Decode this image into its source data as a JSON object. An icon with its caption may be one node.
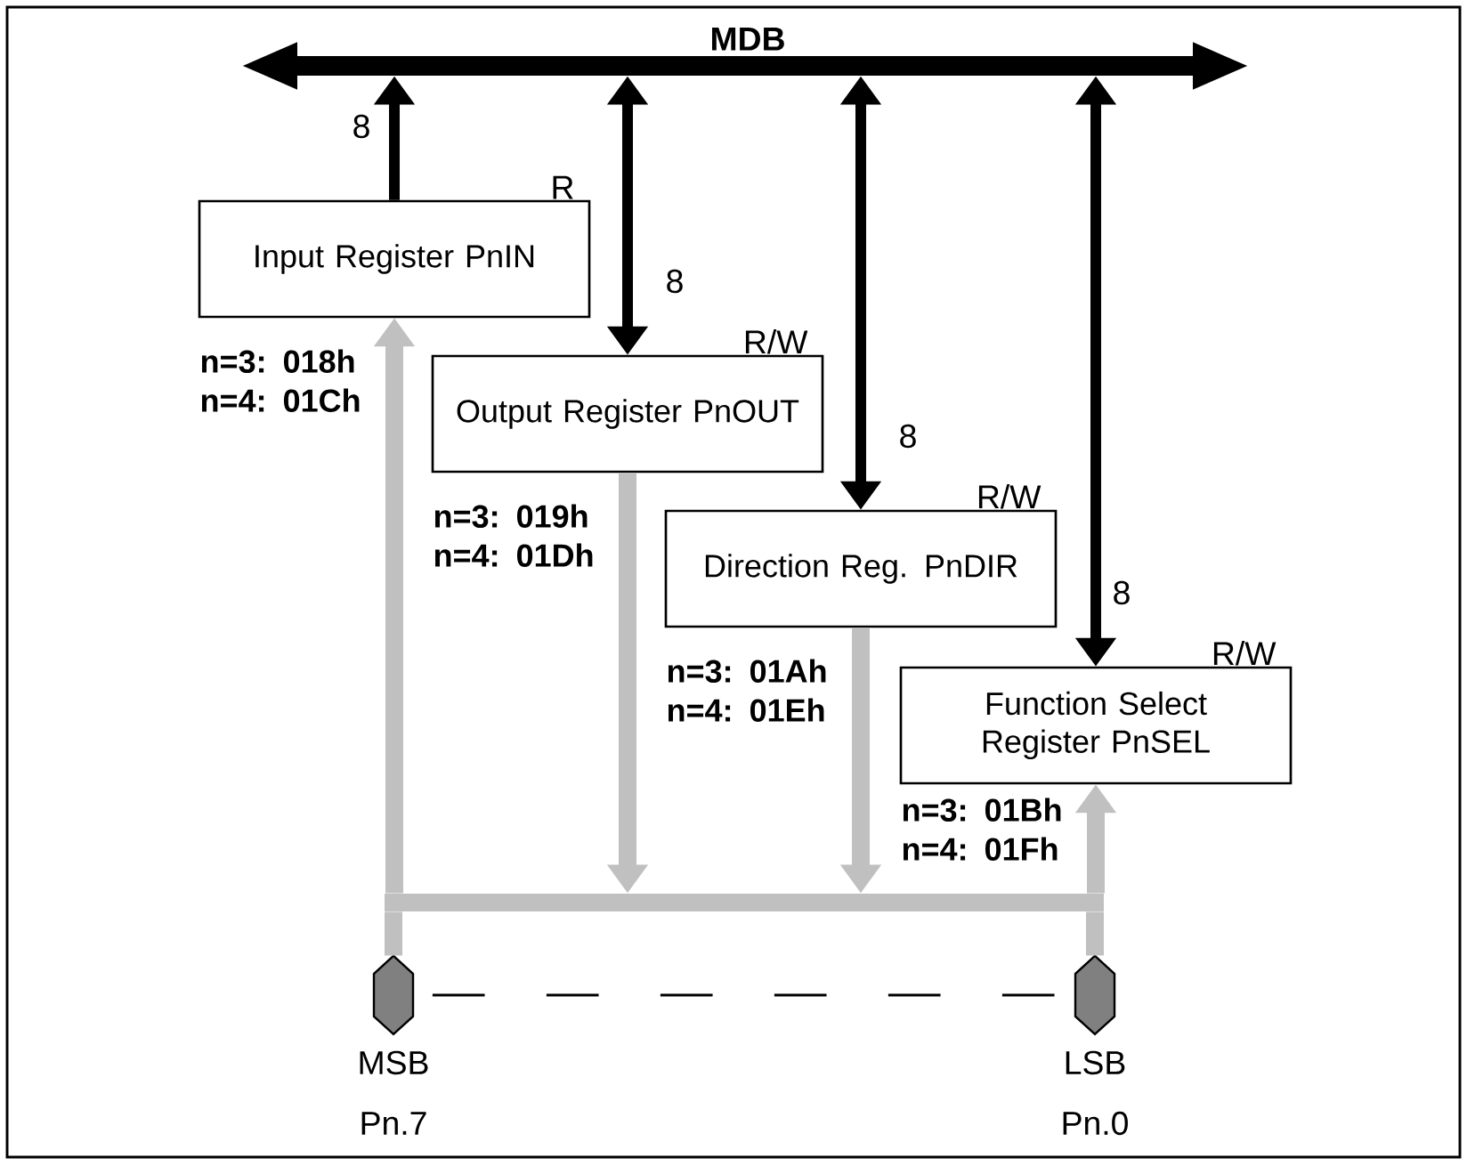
{
  "diagram": {
    "nodes": [
      {
        "text": [
          "MDB"
        ]
      },
      {
        "text": [
          "Input Register PnIN"
        ],
        "beside": [
          "R",
          "n=3: 018h n=4: 01Ch"
        ]
      },
      {
        "text": [
          "Output Register PnOUT"
        ],
        "beside": [
          "R/W",
          "n=3: 019h n=4: 01Dh"
        ]
      },
      {
        "text": [
          "Direction Reg. PnDIR"
        ],
        "beside": [
          "R/W",
          "n=3: 01Ah n=4: 01Eh"
        ]
      },
      {
        "text": [
          "Function Select Register PnSEL"
        ],
        "beside": [
          "R/W",
          "n=3: 01Bh n=4: 01Fh"
        ]
      },
      {
        "text": [],
        "shape": "bar"
      },
      {
        "text": [],
        "shape": "hexagon",
        "beside": [
          "MSB",
          "Pn.7"
        ]
      },
      {
        "text": [],
        "shape": "hexagon",
        "beside": [
          "LSB",
          "Pn.0"
        ]
      }
    ],
    "edges": [
      {
        "from": 1,
        "to": 0,
        "arrow": "to",
        "label": "8",
        "color": "#000000"
      },
      {
        "from": 0,
        "to": 2,
        "arrow": "both",
        "label": "8",
        "color": "#000000"
      },
      {
        "from": 0,
        "to": 3,
        "arrow": "both",
        "label": "8",
        "color": "#000000"
      },
      {
        "from": 0,
        "to": 4,
        "arrow": "both",
        "label": "8",
        "color": "#000000"
      },
      {
        "from": 2,
        "to": 5,
        "arrow": "to",
        "color": "#c0c0c0"
      },
      {
        "from": 3,
        "to": 5,
        "arrow": "to",
        "color": "#c0c0c0"
      },
      {
        "from": 5,
        "to": 1,
        "arrow": "to",
        "color": "#c0c0c0"
      },
      {
        "from": 5,
        "to": 4,
        "arrow": "to",
        "color": "#c0c0c0"
      },
      {
        "from": 6,
        "to": 5,
        "arrow": "none",
        "color": "#c0c0c0"
      },
      {
        "from": 7,
        "to": 5,
        "arrow": "none",
        "color": "#c0c0c0"
      },
      {
        "from": 6,
        "to": 7,
        "arrow": "none",
        "style": "dashed",
        "color": "#000000"
      }
    ]
  }
}
